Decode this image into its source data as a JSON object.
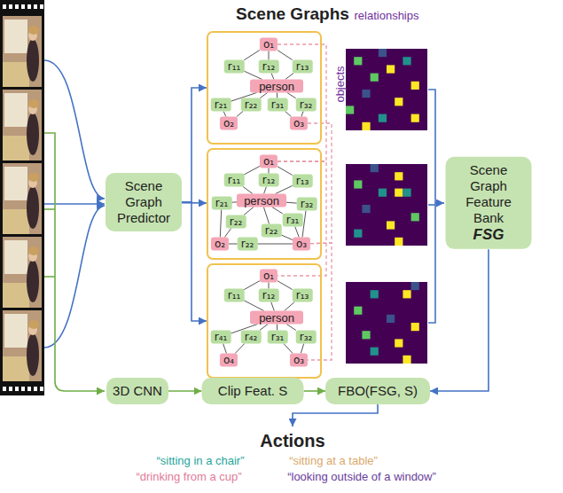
{
  "diagram": {
    "title": "Scene Graphs",
    "nodes": [
      {
        "text": []
      },
      {
        "text": [
          "o₁"
        ],
        "in": 0
      },
      {
        "text": [
          "r₁₁"
        ],
        "in": 0
      },
      {
        "text": [
          "r₁₂"
        ],
        "in": 0
      },
      {
        "text": [
          "r₁₃"
        ],
        "in": 0
      },
      {
        "text": [
          "person"
        ],
        "in": 0
      },
      {
        "text": [
          "r₂₁"
        ],
        "in": 0
      },
      {
        "text": [
          "r₂₂"
        ],
        "in": 0
      },
      {
        "text": [
          "r₃₁"
        ],
        "in": 0
      },
      {
        "text": [
          "r₃₂"
        ],
        "in": 0
      },
      {
        "text": [
          "o₂"
        ],
        "in": 0
      },
      {
        "text": [
          "o₃"
        ],
        "in": 0
      },
      {
        "text": []
      },
      {
        "text": [
          "o₁"
        ],
        "in": 12
      },
      {
        "text": [
          "r₁₁"
        ],
        "in": 12
      },
      {
        "text": [
          "r₁₂"
        ],
        "in": 12
      },
      {
        "text": [
          "r₁₃"
        ],
        "in": 12
      },
      {
        "text": [
          "r₂₁"
        ],
        "in": 12
      },
      {
        "text": [
          "person"
        ],
        "in": 12
      },
      {
        "text": [
          "r₃₂"
        ],
        "in": 12
      },
      {
        "text": [
          "r₂₂"
        ],
        "in": 12
      },
      {
        "text": [
          "r₃₁"
        ],
        "in": 12
      },
      {
        "text": [
          "o₂"
        ],
        "in": 12
      },
      {
        "text": [
          "r₂₂"
        ],
        "in": 12
      },
      {
        "text": [
          "r₂₂"
        ],
        "in": 12
      },
      {
        "text": [
          "o₃"
        ],
        "in": 12
      },
      {
        "text": []
      },
      {
        "text": [
          "o₁"
        ],
        "in": 26
      },
      {
        "text": [
          "r₁₁"
        ],
        "in": 26
      },
      {
        "text": [
          "r₁₂"
        ],
        "in": 26
      },
      {
        "text": [
          "r₁₃"
        ],
        "in": 26
      },
      {
        "text": [
          "person"
        ],
        "in": 26
      },
      {
        "text": [
          "r₄₁"
        ],
        "in": 26
      },
      {
        "text": [
          "r₄₂"
        ],
        "in": 26
      },
      {
        "text": [
          "r₃₁"
        ],
        "in": 26
      },
      {
        "text": [
          "r₃₂"
        ],
        "in": 26
      },
      {
        "text": [
          "o₄"
        ],
        "in": 26
      },
      {
        "text": [
          "o₃"
        ],
        "in": 26
      },
      {
        "text": [
          "Scene Graph Predictor"
        ]
      },
      {
        "text": [
          "Scene Graph Feature Bank",
          "FSG"
        ]
      },
      {
        "text": [
          "3D CNN"
        ]
      },
      {
        "text": [
          "Clip Feat. S"
        ]
      },
      {
        "text": [
          "FBO(FSG, S)"
        ]
      }
    ],
    "edges": [
      {
        "from": 1,
        "to": 2,
        "arrow": "none"
      },
      {
        "from": 1,
        "to": 3,
        "arrow": "none"
      },
      {
        "from": 1,
        "to": 4,
        "arrow": "none"
      },
      {
        "from": 2,
        "to": 5,
        "arrow": "none"
      },
      {
        "from": 3,
        "to": 5,
        "arrow": "none"
      },
      {
        "from": 4,
        "to": 5,
        "arrow": "none"
      },
      {
        "from": 5,
        "to": 6,
        "arrow": "none"
      },
      {
        "from": 6,
        "to": 10,
        "arrow": "none"
      },
      {
        "from": 5,
        "to": 7,
        "arrow": "none"
      },
      {
        "from": 7,
        "to": 10,
        "arrow": "none"
      },
      {
        "from": 5,
        "to": 8,
        "arrow": "none"
      },
      {
        "from": 8,
        "to": 11,
        "arrow": "none"
      },
      {
        "from": 5,
        "to": 9,
        "arrow": "none"
      },
      {
        "from": 9,
        "to": 11,
        "arrow": "none"
      },
      {
        "from": 13,
        "to": 14,
        "arrow": "none"
      },
      {
        "from": 13,
        "to": 15,
        "arrow": "none"
      },
      {
        "from": 13,
        "to": 16,
        "arrow": "none"
      },
      {
        "from": 14,
        "to": 18,
        "arrow": "none"
      },
      {
        "from": 15,
        "to": 18,
        "arrow": "none"
      },
      {
        "from": 16,
        "to": 18,
        "arrow": "none"
      },
      {
        "from": 18,
        "to": 17,
        "arrow": "none"
      },
      {
        "from": 17,
        "to": 22,
        "arrow": "none"
      },
      {
        "from": 18,
        "to": 20,
        "arrow": "none"
      },
      {
        "from": 20,
        "to": 22,
        "arrow": "none"
      },
      {
        "from": 18,
        "to": 21,
        "arrow": "none"
      },
      {
        "from": 21,
        "to": 25,
        "arrow": "none"
      },
      {
        "from": 18,
        "to": 19,
        "arrow": "none"
      },
      {
        "from": 19,
        "to": 25,
        "arrow": "none"
      },
      {
        "from": 22,
        "to": 23,
        "arrow": "none"
      },
      {
        "from": 23,
        "to": 25,
        "arrow": "none"
      },
      {
        "from": 18,
        "to": 24,
        "arrow": "none"
      },
      {
        "from": 24,
        "to": 25,
        "arrow": "none"
      },
      {
        "from": 27,
        "to": 28,
        "arrow": "none"
      },
      {
        "from": 27,
        "to": 29,
        "arrow": "none"
      },
      {
        "from": 27,
        "to": 30,
        "arrow": "none"
      },
      {
        "from": 28,
        "to": 31,
        "arrow": "none"
      },
      {
        "from": 29,
        "to": 31,
        "arrow": "none"
      },
      {
        "from": 30,
        "to": 31,
        "arrow": "none"
      },
      {
        "from": 31,
        "to": 32,
        "arrow": "none"
      },
      {
        "from": 32,
        "to": 36,
        "arrow": "none"
      },
      {
        "from": 31,
        "to": 33,
        "arrow": "none"
      },
      {
        "from": 33,
        "to": 36,
        "arrow": "none"
      },
      {
        "from": 31,
        "to": 34,
        "arrow": "none"
      },
      {
        "from": 34,
        "to": 37,
        "arrow": "none"
      },
      {
        "from": 31,
        "to": 35,
        "arrow": "none"
      },
      {
        "from": 35,
        "to": 37,
        "arrow": "none"
      },
      {
        "from": 1,
        "to": 13,
        "arrow": "none"
      },
      {
        "from": 13,
        "to": 27,
        "arrow": "none"
      },
      {
        "from": 11,
        "to": 25,
        "arrow": "none"
      },
      {
        "from": 25,
        "to": 37,
        "arrow": "none"
      },
      {
        "from": 38,
        "to": 0,
        "arrow": "to"
      },
      {
        "from": 38,
        "to": 12,
        "arrow": "to"
      },
      {
        "from": 38,
        "to": 26,
        "arrow": "to"
      },
      {
        "from": 39,
        "to": 42,
        "arrow": "to"
      },
      {
        "from": 40,
        "to": 41,
        "arrow": "to"
      },
      {
        "from": 41,
        "to": 42,
        "arrow": "to"
      }
    ],
    "labels": [
      "relationships",
      "objects",
      "Actions",
      "“sitting in a chair”",
      "“sitting at a table”",
      "“drinking from a cup”",
      "“looking outside of a window”"
    ]
  }
}
